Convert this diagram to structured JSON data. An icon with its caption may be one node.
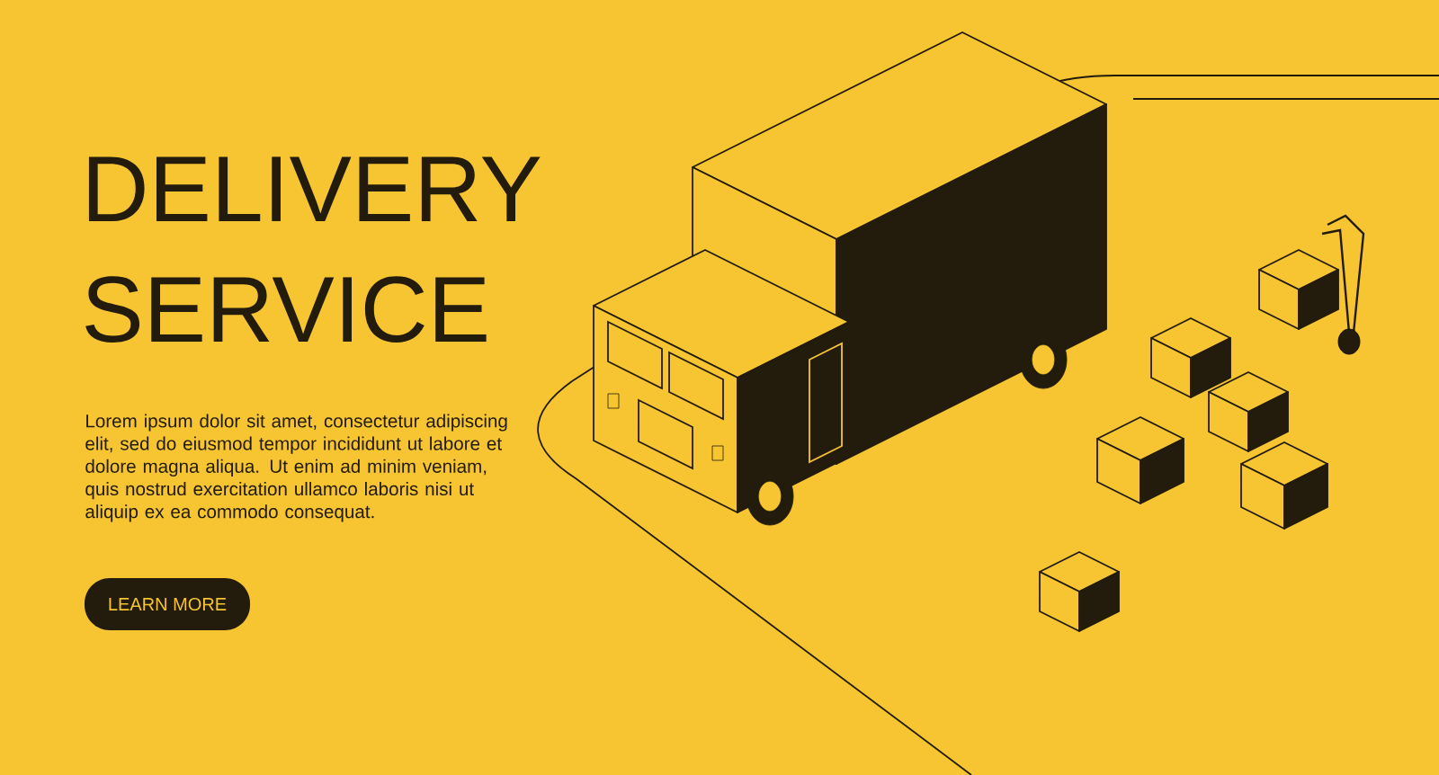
{
  "diagram": {
    "title": "DELIVERY SERVICE",
    "nodes": [
      {
        "text": [
          "LEARN MORE"
        ]
      }
    ],
    "labels": [
      "Lorem ipsum dolor sit amet, consectetur adipiscing elit, sed do eiusmod tempor incididunt ut labore et dolore magna aliqua. Ut enim ad minim veniam, quis nostrud exercitation ullamco laboris nisi ut aliquip ex ea commodo consequat."
    ]
  }
}
